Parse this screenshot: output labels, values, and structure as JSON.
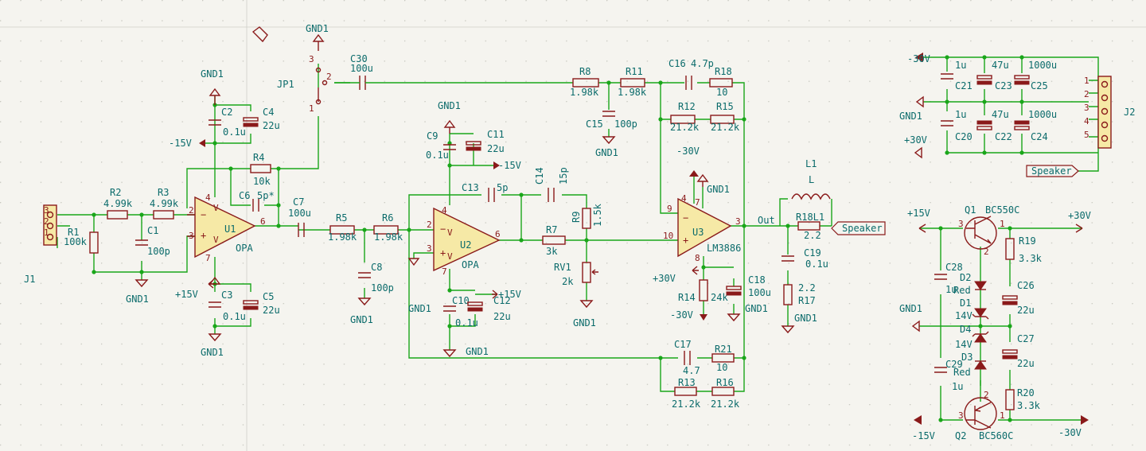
{
  "components": {
    "j1": {
      "ref": "J1",
      "pins": [
        "3",
        "2",
        "1"
      ]
    },
    "r1": {
      "ref": "R1",
      "value": "100k"
    },
    "r2": {
      "ref": "R2",
      "value": "4.99k"
    },
    "r3": {
      "ref": "R3",
      "value": "4.99k"
    },
    "c1": {
      "ref": "C1",
      "value": "100p"
    },
    "u1": {
      "ref": "U1",
      "value": "OPA"
    },
    "c2": {
      "ref": "C2",
      "value": "0.1u"
    },
    "c4": {
      "ref": "C4",
      "value": "22u"
    },
    "c3": {
      "ref": "C3",
      "value": "0.1u"
    },
    "c5": {
      "ref": "C5",
      "value": "22u"
    },
    "r4": {
      "ref": "R4",
      "value": "10k"
    },
    "c6": {
      "ref": "C6",
      "value": "5p*"
    },
    "jp1": {
      "ref": "JP1",
      "pin1": "1",
      "pin2": "2",
      "pin3": "3"
    },
    "c30": {
      "ref": "C30",
      "value": "100u"
    },
    "c7": {
      "ref": "C7",
      "value": "100u"
    },
    "r5": {
      "ref": "R5",
      "value": "1.98k"
    },
    "r6": {
      "ref": "R6",
      "value": "1.98k"
    },
    "c8": {
      "ref": "C8",
      "value": "100p"
    },
    "c9": {
      "ref": "C9",
      "value": "0.1u"
    },
    "c11": {
      "ref": "C11",
      "value": "22u"
    },
    "u2": {
      "ref": "U2",
      "value": "OPA"
    },
    "c13": {
      "ref": "C13",
      "value": "5p"
    },
    "c14": {
      "ref": "C14",
      "value": "15p"
    },
    "r9": {
      "ref": "R9",
      "value": "1.5k"
    },
    "r7": {
      "ref": "R7",
      "value": "3k"
    },
    "rv1": {
      "ref": "RV1",
      "value": "2k"
    },
    "c10": {
      "ref": "C10",
      "value": "0.1u"
    },
    "c12": {
      "ref": "C12",
      "value": "22u"
    },
    "r8": {
      "ref": "R8",
      "value": "1.98k"
    },
    "r11": {
      "ref": "R11",
      "value": "1.98k"
    },
    "c15": {
      "ref": "C15",
      "value": "100p"
    },
    "c16": {
      "ref": "C16",
      "value": "4.7p"
    },
    "r18": {
      "ref": "R18",
      "value": "10"
    },
    "r12": {
      "ref": "R12",
      "value": "21.2k"
    },
    "r15": {
      "ref": "R15",
      "value": "21.2k"
    },
    "u3": {
      "ref": "U3",
      "value": "LM3886"
    },
    "r14": {
      "ref": "R14",
      "value": "24k"
    },
    "c18": {
      "ref": "C18",
      "value": "100u"
    },
    "c17": {
      "ref": "C17",
      "value": "4.7"
    },
    "r21": {
      "ref": "R21",
      "value": "10"
    },
    "r13": {
      "ref": "R13",
      "value": "21.2k"
    },
    "r16": {
      "ref": "R16",
      "value": "21.2k"
    },
    "l1": {
      "ref": "L1",
      "value": "L"
    },
    "r18l1": {
      "ref": "R18L1",
      "value": "2.2"
    },
    "c19": {
      "ref": "C19",
      "value": "0.1u"
    },
    "r17": {
      "ref": "R17",
      "value": "2.2"
    },
    "c1u_a": {
      "value": "1u"
    },
    "c21": {
      "ref": "C21"
    },
    "c47_a": {
      "value": "47u"
    },
    "c23": {
      "ref": "C23"
    },
    "c1000_a": {
      "value": "1000u"
    },
    "c25": {
      "ref": "C25"
    },
    "c1u_b": {
      "value": "1u"
    },
    "c20": {
      "ref": "C20"
    },
    "c47_b": {
      "value": "47u"
    },
    "c22": {
      "ref": "C22"
    },
    "c1000_b": {
      "value": "1000u"
    },
    "c24": {
      "ref": "C24"
    },
    "j2": {
      "ref": "J2",
      "pins": [
        "1",
        "2",
        "3",
        "4",
        "5"
      ]
    },
    "q1": {
      "ref": "Q1",
      "value": "BC550C"
    },
    "q2": {
      "ref": "Q2",
      "value": "BC560C"
    },
    "r19": {
      "ref": "R19",
      "value": "3.3k"
    },
    "r20": {
      "ref": "R20",
      "value": "3.3k"
    },
    "c26": {
      "ref": "C26",
      "value": "22u"
    },
    "c27": {
      "ref": "C27",
      "value": "22u"
    },
    "c28": {
      "ref": "C28",
      "value": "1u"
    },
    "c29": {
      "ref": "C29",
      "value": "1u"
    },
    "d2": {
      "ref": "D2",
      "value": "Red"
    },
    "d1": {
      "ref": "D1",
      "value": "14V"
    },
    "d4": {
      "ref": "D4",
      "value": "14V"
    },
    "d3": {
      "ref": "D3",
      "value": "Red"
    }
  },
  "nets": {
    "gnd": "GND1",
    "pos15": "+15V",
    "neg15": "-15V",
    "pos30": "+30V",
    "neg30": "-30V",
    "out": "Out",
    "speaker": "Speaker"
  },
  "pin_numbers": {
    "u1_in_minus": "2",
    "u1_in_plus": "3",
    "u1_out": "6",
    "u1_vplus": "4",
    "u1_vminus": "7",
    "u2_in_minus": "2",
    "u2_in_plus": "3",
    "u2_out": "6",
    "u2_vplus": "4",
    "u2_vminus": "7",
    "u3_in_minus": "9",
    "u3_in_plus": "10",
    "u3_out": "3",
    "u3_p4": "4",
    "u3_p7": "7",
    "u3_p8": "8",
    "q_pin1": "1",
    "q_pin2": "2",
    "q_pin3": "3"
  },
  "colors": {
    "background": "#f5f4ef",
    "wire": "#1aa61a",
    "component": "#8a1a1a",
    "body_fill": "#f6e9a6",
    "text": "#0b6b6b"
  }
}
